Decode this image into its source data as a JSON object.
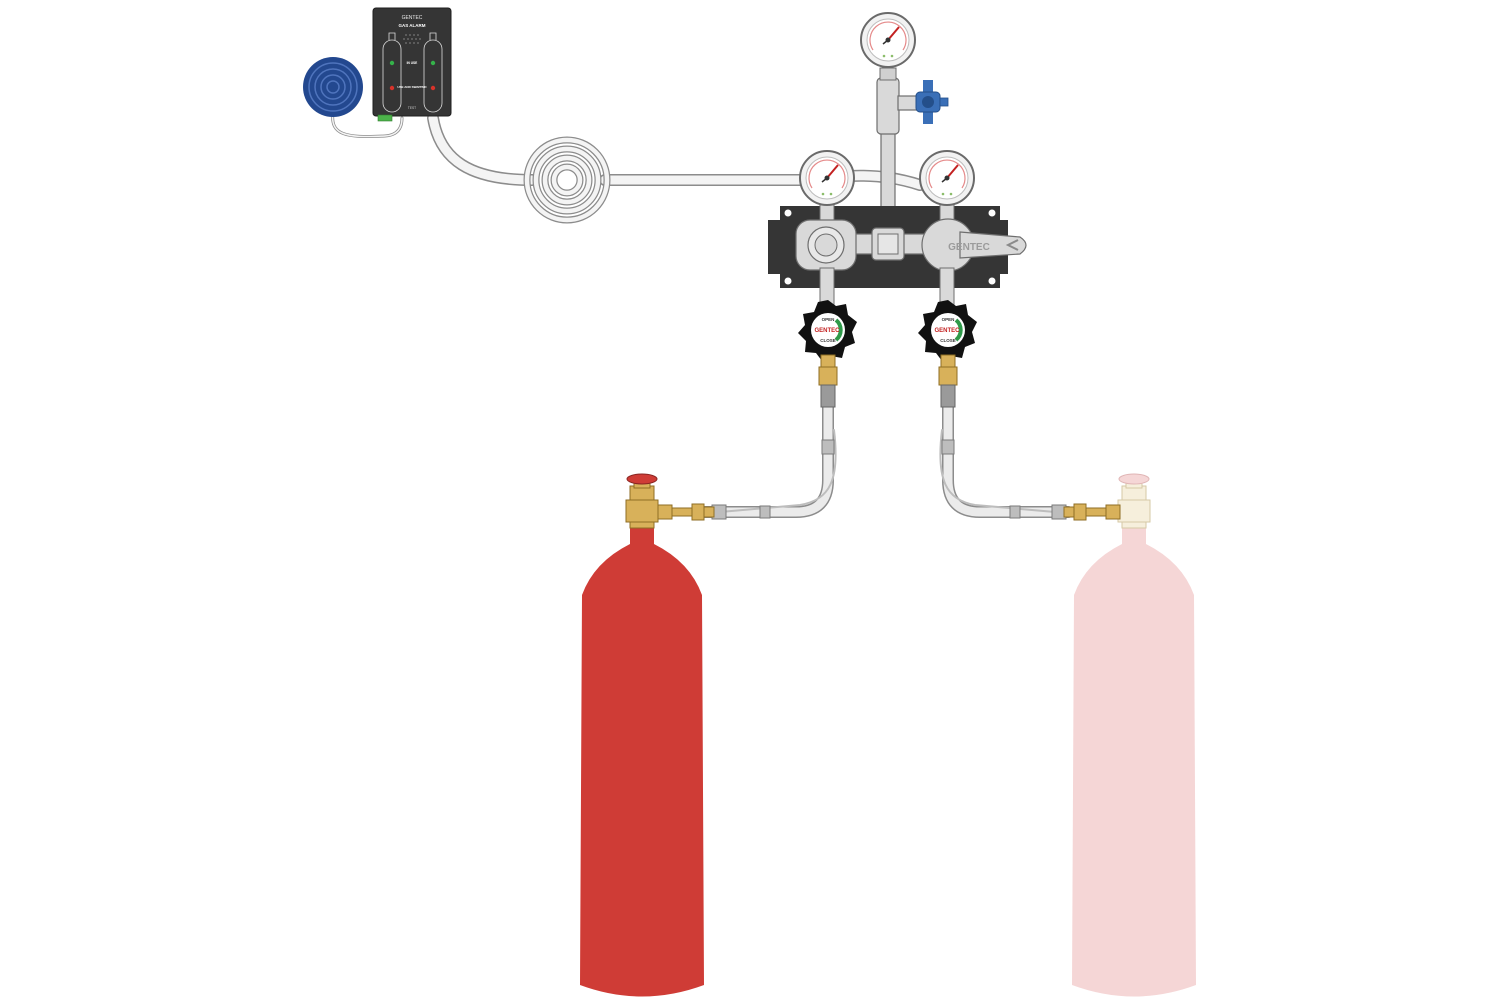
{
  "alarm": {
    "brand": "GENTEC",
    "title": "GAS ALARM",
    "left_label": "IN USE",
    "right_label": "USE AND SWAPPED",
    "foot_label": "TEST"
  },
  "manifold": {
    "regulator_brand": "GENTEC"
  },
  "valves": {
    "open_label": "OPEN",
    "close_label": "CLOSE",
    "brand": "GENTEC"
  },
  "colors": {
    "cylinder_active": "#cf3c36",
    "cylinder_reserve": "#f5d6d6",
    "panel": "#353535",
    "brass": "#d8b15a",
    "sensor": "#23488f",
    "purge_valve": "#3a6fb7",
    "hose": "#ebebeb",
    "steel": "#d9d9d9",
    "gauge_needle": "#c32121",
    "valve_arrow": "#2e9a4a"
  }
}
